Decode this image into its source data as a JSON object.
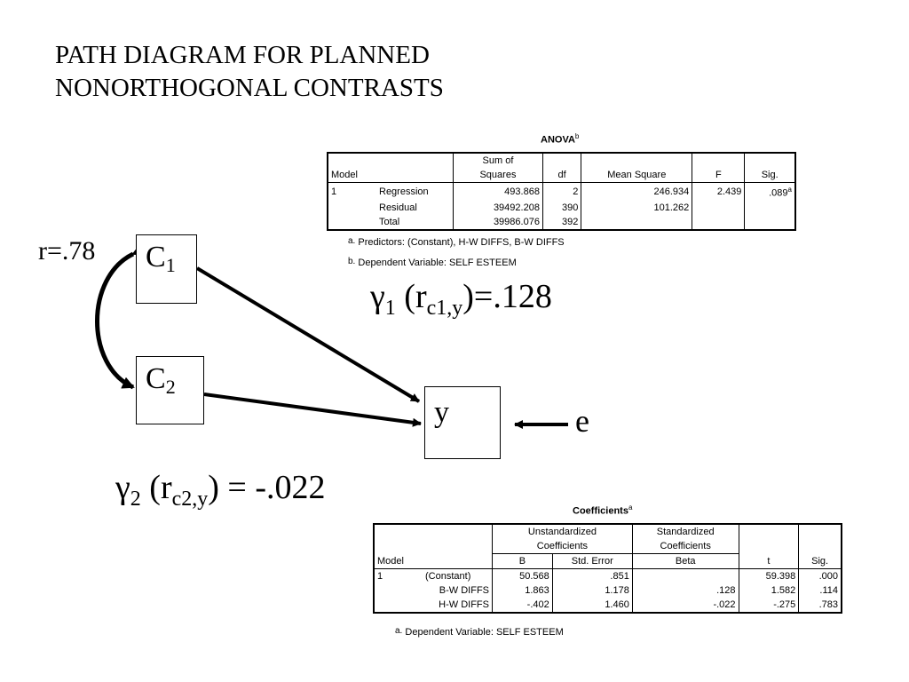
{
  "title": {
    "line1": "PATH DIAGRAM FOR PLANNED",
    "line2": "NONORTHOGONAL CONTRASTS"
  },
  "diagram": {
    "correlation_label": "r=.78",
    "c1": {
      "main": "C",
      "sub": "1"
    },
    "c2": {
      "main": "C",
      "sub": "2"
    },
    "y": "y",
    "e": "e",
    "gamma1": {
      "symbol": "γ",
      "sub": "1",
      "open": " (r",
      "rsub": "c1,y",
      "close": ")=.128"
    },
    "gamma2": {
      "symbol": "γ",
      "sub": "2",
      "open": " (r",
      "rsub": "c2,y",
      "close": ") = -.022"
    }
  },
  "anova": {
    "title": "ANOVA",
    "title_sup": "b",
    "headers": {
      "model": "Model",
      "ss_line1": "Sum of",
      "ss_line2": "Squares",
      "df": "df",
      "ms": "Mean Square",
      "f": "F",
      "sig": "Sig."
    },
    "model_num": "1",
    "rows": [
      {
        "label": "Regression",
        "ss": "493.868",
        "df": "2",
        "ms": "246.934",
        "f": "2.439",
        "sig": ".089",
        "sig_sup": "a"
      },
      {
        "label": "Residual",
        "ss": "39492.208",
        "df": "390",
        "ms": "101.262",
        "f": "",
        "sig": "",
        "sig_sup": ""
      },
      {
        "label": "Total",
        "ss": "39986.076",
        "df": "392",
        "ms": "",
        "f": "",
        "sig": "",
        "sig_sup": ""
      }
    ],
    "footnotes": [
      {
        "mark": "a.",
        "text": "Predictors: (Constant), H-W DIFFS, B-W DIFFS"
      },
      {
        "mark": "b.",
        "text": "Dependent Variable: SELF ESTEEM"
      }
    ]
  },
  "coefficients": {
    "title": "Coefficients",
    "title_sup": "a",
    "headers": {
      "unstd_line1": "Unstandardized",
      "unstd_line2": "Coefficients",
      "std_line1": "Standardized",
      "std_line2": "Coefficients",
      "model": "Model",
      "b": "B",
      "se": "Std. Error",
      "beta": "Beta",
      "t": "t",
      "sig": "Sig."
    },
    "model_num": "1",
    "rows": [
      {
        "label": "(Constant)",
        "b": "50.568",
        "se": ".851",
        "beta": "",
        "t": "59.398",
        "sig": ".000"
      },
      {
        "label": "B-W DIFFS",
        "b": "1.863",
        "se": "1.178",
        "beta": ".128",
        "t": "1.582",
        "sig": ".114"
      },
      {
        "label": "H-W DIFFS",
        "b": "-.402",
        "se": "1.460",
        "beta": "-.022",
        "t": "-.275",
        "sig": ".783"
      }
    ],
    "footnotes": [
      {
        "mark": "a.",
        "text": "Dependent Variable: SELF ESTEEM"
      }
    ]
  }
}
